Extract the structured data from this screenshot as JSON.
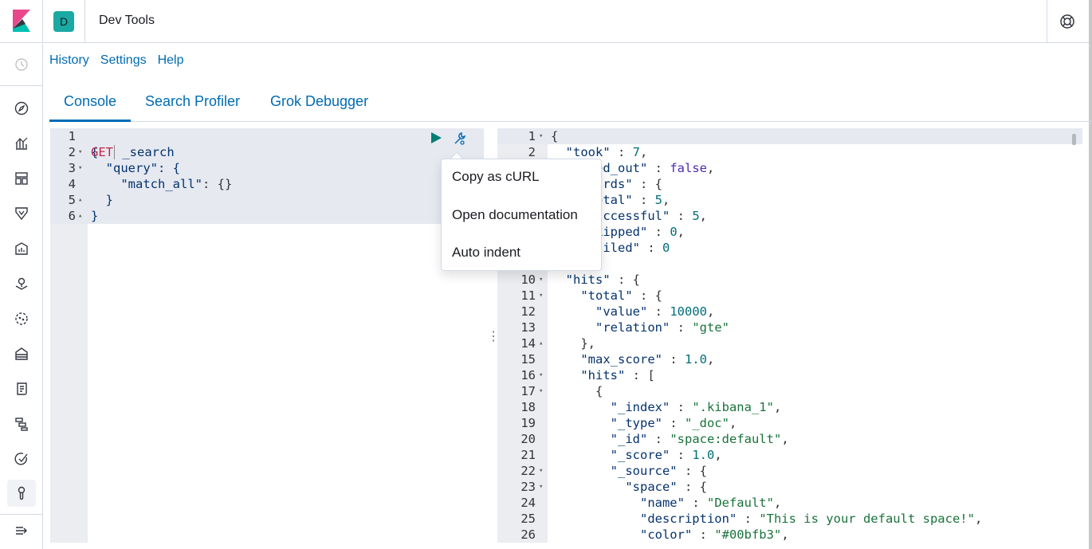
{
  "header": {
    "space_initial": "D",
    "app_title": "Dev Tools",
    "help_icon": "lifebuoy-icon"
  },
  "nav_icons": [
    "clock-icon",
    "compass-icon",
    "visualize-icon",
    "dashboard-icon",
    "canvas-icon",
    "maps-icon",
    "ml-icon",
    "metrics-icon",
    "logs-icon",
    "apm-icon",
    "uptime-icon",
    "devtools-wrench-icon",
    "collapse-menu-icon"
  ],
  "toplinks": {
    "history": "History",
    "settings": "Settings",
    "help": "Help"
  },
  "tabs": [
    {
      "label": "Console",
      "active": true
    },
    {
      "label": "Search Profiler",
      "active": false
    },
    {
      "label": "Grok Debugger",
      "active": false
    }
  ],
  "request": {
    "method": "GET",
    "path": "_search",
    "lines": [
      {
        "n": "1",
        "fold": ""
      },
      {
        "n": "2",
        "fold": "▾",
        "text": "{"
      },
      {
        "n": "3",
        "fold": "▾",
        "text": "  \"query\": {"
      },
      {
        "n": "4",
        "fold": "",
        "key": "\"match_all\"",
        "rest": ": {}"
      },
      {
        "n": "5",
        "fold": "▴",
        "text": "  }"
      },
      {
        "n": "6",
        "fold": "▴",
        "text": "}"
      }
    ]
  },
  "popover": {
    "copy_curl": "Copy as cURL",
    "open_docs": "Open documentation",
    "auto_indent": "Auto indent"
  },
  "response": {
    "lines": [
      {
        "n": "1",
        "fold": "▾",
        "html": "{"
      },
      {
        "n": "2",
        "fold": "",
        "html": "  <span class='k'>\"took\"</span> : <span class='n'>7</span>,"
      },
      {
        "n": "3",
        "fold": "",
        "html": "  <span class='k'>\"timed_out\"</span> : <span class='b'>false</span>,"
      },
      {
        "n": "4",
        "fold": "▾",
        "html": "  <span class='k'>\"_shards\"</span> : {"
      },
      {
        "n": "5",
        "fold": "",
        "html": "    <span class='k'>\"total\"</span> : <span class='n'>5</span>,"
      },
      {
        "n": "6",
        "fold": "",
        "html": "    <span class='k'>\"successful\"</span> : <span class='n'>5</span>,"
      },
      {
        "n": "7",
        "fold": "",
        "html": "    <span class='k'>\"skipped\"</span> : <span class='n'>0</span>,"
      },
      {
        "n": "8",
        "fold": "",
        "html": "    <span class='k'>\"failed\"</span> : <span class='n'>0</span>"
      },
      {
        "n": "9",
        "fold": "▴",
        "html": "  },"
      },
      {
        "n": "10",
        "fold": "▾",
        "html": "  <span class='k'>\"hits\"</span> : {"
      },
      {
        "n": "11",
        "fold": "▾",
        "html": "    <span class='k'>\"total\"</span> : {"
      },
      {
        "n": "12",
        "fold": "",
        "html": "      <span class='k'>\"value\"</span> : <span class='n'>10000</span>,"
      },
      {
        "n": "13",
        "fold": "",
        "html": "      <span class='k'>\"relation\"</span> : <span class='s'>\"gte\"</span>"
      },
      {
        "n": "14",
        "fold": "▴",
        "html": "    },"
      },
      {
        "n": "15",
        "fold": "",
        "html": "    <span class='k'>\"max_score\"</span> : <span class='n'>1.0</span>,"
      },
      {
        "n": "16",
        "fold": "▾",
        "html": "    <span class='k'>\"hits\"</span> : ["
      },
      {
        "n": "17",
        "fold": "▾",
        "html": "      {"
      },
      {
        "n": "18",
        "fold": "",
        "html": "        <span class='k'>\"_index\"</span> : <span class='s'>\".kibana_1\"</span>,"
      },
      {
        "n": "19",
        "fold": "",
        "html": "        <span class='k'>\"_type\"</span> : <span class='s'>\"_doc\"</span>,"
      },
      {
        "n": "20",
        "fold": "",
        "html": "        <span class='k'>\"_id\"</span> : <span class='s'>\"space:default\"</span>,"
      },
      {
        "n": "21",
        "fold": "",
        "html": "        <span class='k'>\"_score\"</span> : <span class='n'>1.0</span>,"
      },
      {
        "n": "22",
        "fold": "▾",
        "html": "        <span class='k'>\"_source\"</span> : {"
      },
      {
        "n": "23",
        "fold": "▾",
        "html": "          <span class='k'>\"space\"</span> : {"
      },
      {
        "n": "24",
        "fold": "",
        "html": "            <span class='k'>\"name\"</span> : <span class='s'>\"Default\"</span>,"
      },
      {
        "n": "25",
        "fold": "",
        "html": "            <span class='k'>\"description\"</span> : <span class='s'>\"This is your default space!\"</span>,"
      },
      {
        "n": "26",
        "fold": "",
        "html": "            <span class='k'>\"color\"</span> : <span class='s'>\"#00bfb3\"</span>,"
      }
    ]
  }
}
